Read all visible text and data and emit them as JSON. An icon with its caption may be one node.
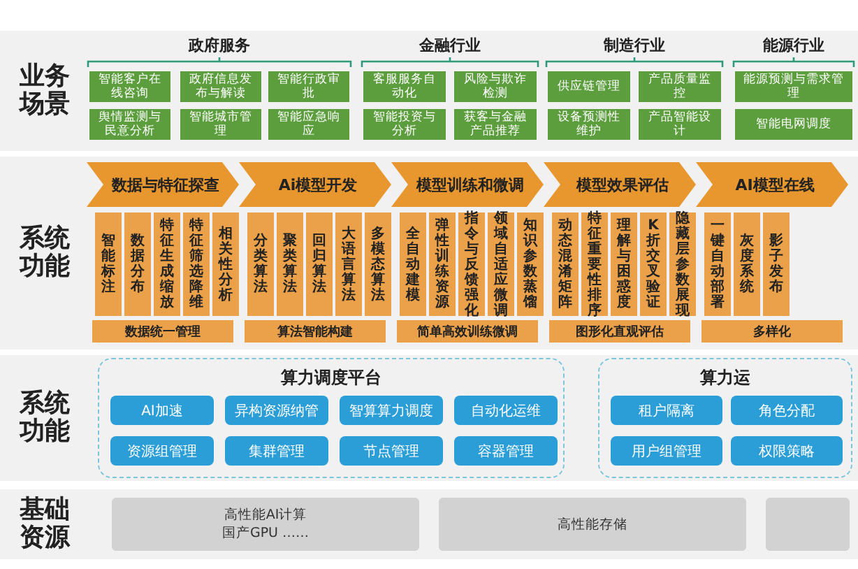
{
  "diagram": {
    "nodes": [
      {
        "text": [
          "业务场景"
        ]
      },
      {
        "text": [
          "政府服务"
        ],
        "in": 0
      },
      {
        "text": [
          "智能客户在线咨询"
        ],
        "in": 1
      },
      {
        "text": [
          "政府信息发布与解读"
        ],
        "in": 1
      },
      {
        "text": [
          "智能行政审批"
        ],
        "in": 1
      },
      {
        "text": [
          "舆情监测与民意分析"
        ],
        "in": 1
      },
      {
        "text": [
          "智能城市管理"
        ],
        "in": 1
      },
      {
        "text": [
          "智能应急响应"
        ],
        "in": 1
      },
      {
        "text": [
          "金融行业"
        ],
        "in": 0
      },
      {
        "text": [
          "客服服务自动化"
        ],
        "in": 8
      },
      {
        "text": [
          "风险与欺诈检测"
        ],
        "in": 8
      },
      {
        "text": [
          "智能投资与分析"
        ],
        "in": 8
      },
      {
        "text": [
          "获客与金融产品推荐"
        ],
        "in": 8
      },
      {
        "text": [
          "制造行业"
        ],
        "in": 0
      },
      {
        "text": [
          "供应链管理"
        ],
        "in": 13
      },
      {
        "text": [
          "产品质量监控"
        ],
        "in": 13
      },
      {
        "text": [
          "设备预测性维护"
        ],
        "in": 13
      },
      {
        "text": [
          "产品智能设计"
        ],
        "in": 13
      },
      {
        "text": [
          "能源行业"
        ],
        "in": 0
      },
      {
        "text": [
          "能源预测与需求管理"
        ],
        "in": 18
      },
      {
        "text": [
          "智能电网调度"
        ],
        "in": 18
      },
      {
        "text": [
          "系统功能"
        ]
      },
      {
        "text": [
          "数据与特征探查"
        ],
        "in": 21
      },
      {
        "text": [
          "智能标注"
        ],
        "in": 21
      },
      {
        "text": [
          "数据分布"
        ],
        "in": 21
      },
      {
        "text": [
          "特征生成缩放"
        ],
        "in": 21
      },
      {
        "text": [
          "特征筛选降维"
        ],
        "in": 21
      },
      {
        "text": [
          "相关性分析"
        ],
        "in": 21
      },
      {
        "text": [
          "数据统一管理"
        ],
        "in": 21
      },
      {
        "text": [
          "Ai模型开发"
        ],
        "in": 21
      },
      {
        "text": [
          "分类算法"
        ],
        "in": 21
      },
      {
        "text": [
          "聚类算法"
        ],
        "in": 21
      },
      {
        "text": [
          "回归算法"
        ],
        "in": 21
      },
      {
        "text": [
          "大语言算法"
        ],
        "in": 21
      },
      {
        "text": [
          "多模态算法"
        ],
        "in": 21
      },
      {
        "text": [
          "算法智能构建"
        ],
        "in": 21
      },
      {
        "text": [
          "模型训练和微调"
        ],
        "in": 21
      },
      {
        "text": [
          "全自动建模"
        ],
        "in": 21
      },
      {
        "text": [
          "弹性训练资源"
        ],
        "in": 21
      },
      {
        "text": [
          "指令与反馈强化"
        ],
        "in": 21
      },
      {
        "text": [
          "领域自适应微调"
        ],
        "in": 21
      },
      {
        "text": [
          "知识参数蒸馏"
        ],
        "in": 21
      },
      {
        "text": [
          "简单高效训练微调"
        ],
        "in": 21
      },
      {
        "text": [
          "模型效果评估"
        ],
        "in": 21
      },
      {
        "text": [
          "动态混淆矩阵"
        ],
        "in": 21
      },
      {
        "text": [
          "特征重要性排序"
        ],
        "in": 21
      },
      {
        "text": [
          "理解与困惑度"
        ],
        "in": 21
      },
      {
        "text": [
          "K折交叉验证"
        ],
        "in": 21
      },
      {
        "text": [
          "隐藏层参数展现"
        ],
        "in": 21
      },
      {
        "text": [
          "图形化直观评估"
        ],
        "in": 21
      },
      {
        "text": [
          "AI模型在线"
        ],
        "in": 21
      },
      {
        "text": [
          "一键自动部署"
        ],
        "in": 21
      },
      {
        "text": [
          "灰度系统"
        ],
        "in": 21
      },
      {
        "text": [
          "影子发布"
        ],
        "in": 21
      },
      {
        "text": [
          "多样化"
        ],
        "in": 21
      },
      {
        "text": [
          "系统功能"
        ]
      },
      {
        "text": [
          "算力调度平台"
        ],
        "in": 55
      },
      {
        "text": [
          "AI加速"
        ],
        "in": 56
      },
      {
        "text": [
          "异构资源纳管"
        ],
        "in": 56
      },
      {
        "text": [
          "智算算力调度"
        ],
        "in": 56
      },
      {
        "text": [
          "自动化运维"
        ],
        "in": 56
      },
      {
        "text": [
          "资源组管理"
        ],
        "in": 56
      },
      {
        "text": [
          "集群管理"
        ],
        "in": 56
      },
      {
        "text": [
          "节点管理"
        ],
        "in": 56
      },
      {
        "text": [
          "容器管理"
        ],
        "in": 56
      },
      {
        "text": [
          "算力运"
        ],
        "in": 55
      },
      {
        "text": [
          "租户隔离"
        ],
        "in": 65
      },
      {
        "text": [
          "角色分配"
        ],
        "in": 65
      },
      {
        "text": [
          "用户组管理"
        ],
        "in": 65
      },
      {
        "text": [
          "权限策略"
        ],
        "in": 65
      },
      {
        "text": [
          "基础资源"
        ]
      },
      {
        "text": [
          "高性能AI计算",
          "国产GPU ……"
        ],
        "in": 70
      },
      {
        "text": [
          "高性能存储"
        ],
        "in": 70
      },
      {
        "text": [],
        "shape": "box",
        "in": 70
      }
    ],
    "edges": []
  }
}
